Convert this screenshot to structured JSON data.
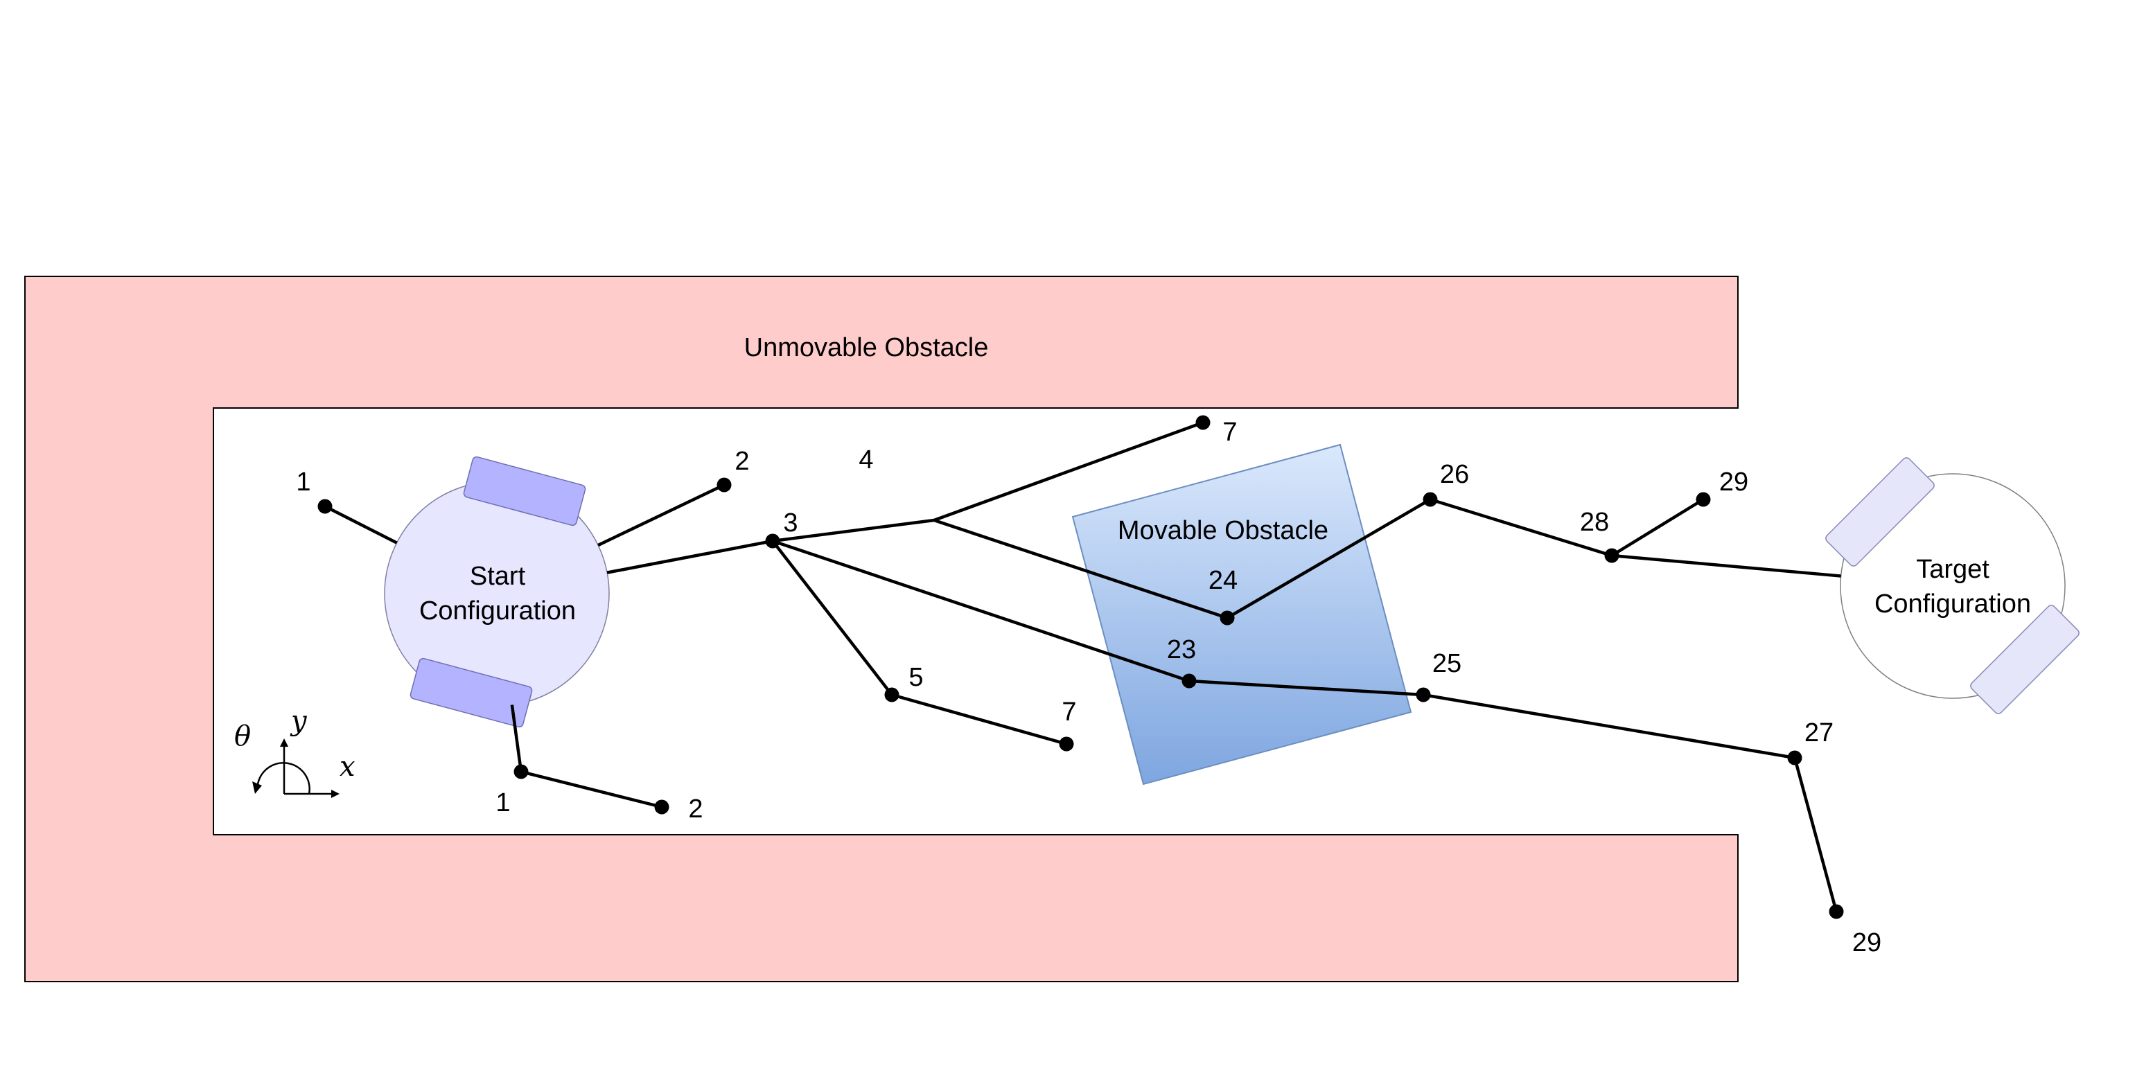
{
  "colors": {
    "unmovable_fill": "#ffcccc",
    "outline": "#000000",
    "robot_body": "#e6e6ff",
    "start_wheel": "#b3b3ff",
    "target_wheel": "#e6e6fa",
    "movable_gradient_top": "#dae8fc",
    "movable_gradient_bottom": "#7ea6e0",
    "movable_stroke": "#6c8ebf",
    "edge": "#000000",
    "node": "#000000"
  },
  "obstacles": {
    "unmovable_label": "Unmovable Obstacle",
    "movable_label": "Movable Obstacle"
  },
  "robots": {
    "start_label_line1": "Start",
    "start_label_line2": "Configuration",
    "target_label_line1": "Target",
    "target_label_line2": "Configuration"
  },
  "axes": {
    "theta": "θ",
    "y": "y",
    "x": "x",
    "icon": "rotation-arrow-icon"
  },
  "graph": {
    "nodes": [
      {
        "id": "n1a",
        "label": "1"
      },
      {
        "id": "n2a",
        "label": "2"
      },
      {
        "id": "n1b",
        "label": "1"
      },
      {
        "id": "n2b",
        "label": "2"
      },
      {
        "id": "n3",
        "label": "3"
      },
      {
        "id": "n4",
        "label": "4"
      },
      {
        "id": "n5",
        "label": "5"
      },
      {
        "id": "n7a",
        "label": "7"
      },
      {
        "id": "n7b",
        "label": "7"
      },
      {
        "id": "n23",
        "label": "23"
      },
      {
        "id": "n24",
        "label": "24"
      },
      {
        "id": "n25",
        "label": "25"
      },
      {
        "id": "n26",
        "label": "26"
      },
      {
        "id": "n27",
        "label": "27"
      },
      {
        "id": "n28",
        "label": "28"
      },
      {
        "id": "n29a",
        "label": "29"
      },
      {
        "id": "n29b",
        "label": "29"
      }
    ],
    "edges": [
      [
        "start",
        "n1a"
      ],
      [
        "start",
        "n2a"
      ],
      [
        "start",
        "n3"
      ],
      [
        "start",
        "n1b"
      ],
      [
        "n1b",
        "n2b"
      ],
      [
        "n3",
        "n4"
      ],
      [
        "n3",
        "n5"
      ],
      [
        "n3",
        "n23"
      ],
      [
        "n4",
        "n7a"
      ],
      [
        "n4",
        "n24"
      ],
      [
        "n5",
        "n7b"
      ],
      [
        "n24",
        "n26"
      ],
      [
        "n26",
        "n28"
      ],
      [
        "n28",
        "n29a"
      ],
      [
        "n28",
        "target"
      ],
      [
        "n23",
        "n25"
      ],
      [
        "n25",
        "n27"
      ],
      [
        "n27",
        "n29b"
      ]
    ]
  }
}
